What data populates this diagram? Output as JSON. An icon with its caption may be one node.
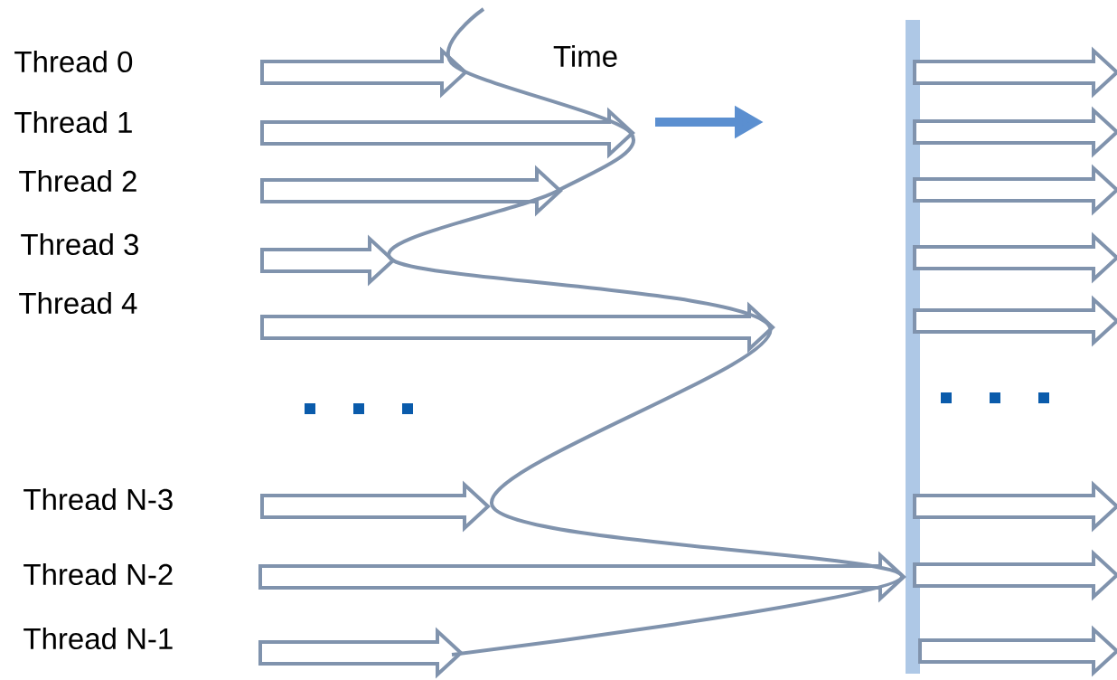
{
  "diagram": {
    "labels": [
      "Thread 0",
      "Time",
      "Thread 1",
      "Thread 2",
      "Thread 3",
      "Thread 4",
      "Thread N-3",
      "Thread N-2",
      "Thread N-1"
    ]
  }
}
